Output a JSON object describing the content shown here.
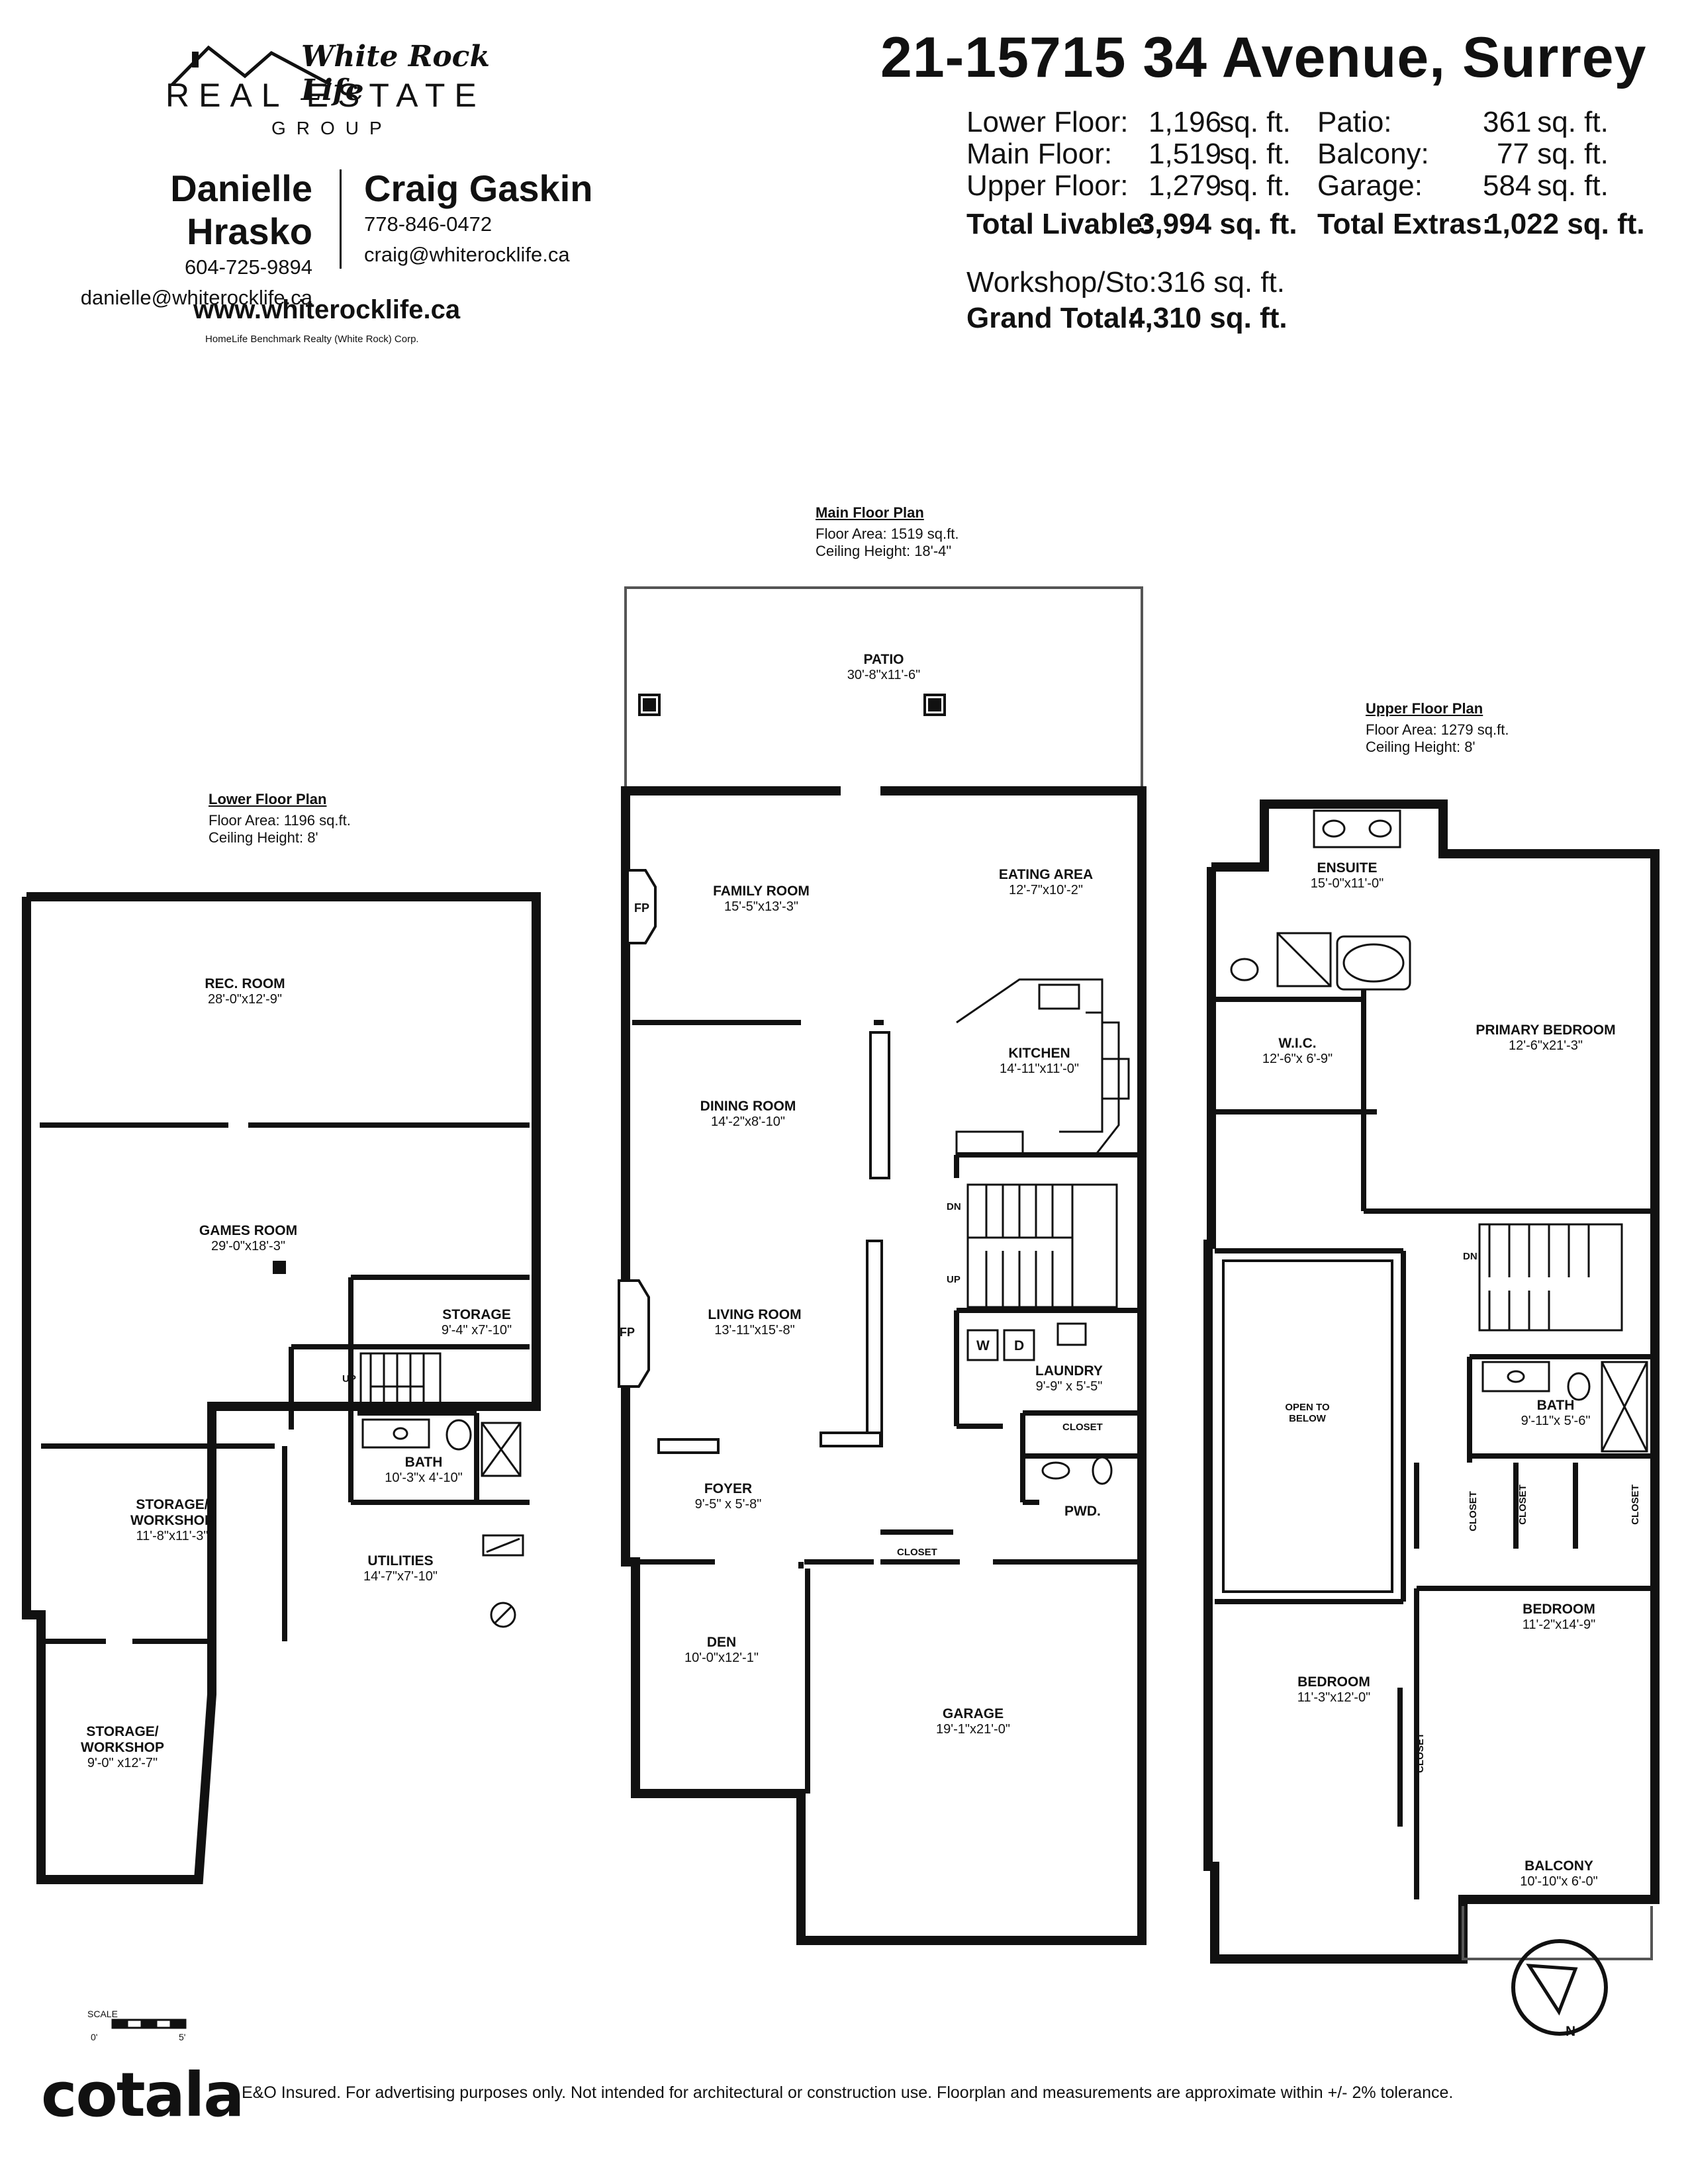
{
  "branding": {
    "logo_script": "White Rock Life",
    "logo_main": "REAL ESTATE",
    "logo_sub": "GROUP",
    "agents": [
      {
        "name": "Danielle Hrasko",
        "phone": "604-725-9894",
        "email": "danielle@whiterocklife.ca"
      },
      {
        "name": "Craig Gaskin",
        "phone": "778-846-0472",
        "email": "craig@whiterocklife.ca"
      }
    ],
    "website": "www.whiterocklife.ca",
    "brokerage": "HomeLife Benchmark Realty (White Rock) Corp."
  },
  "property": {
    "address": "21-15715 34 Avenue, Surrey",
    "areas_left": [
      {
        "label": "Lower Floor:",
        "value": "1,196",
        "unit": "sq. ft."
      },
      {
        "label": "Main Floor:",
        "value": "1,519",
        "unit": "sq. ft."
      },
      {
        "label": "Upper Floor:",
        "value": "1,279",
        "unit": "sq. ft."
      }
    ],
    "areas_right": [
      {
        "label": "Patio:",
        "value": "361",
        "unit": "sq. ft."
      },
      {
        "label": "Balcony:",
        "value": "77",
        "unit": "sq. ft."
      },
      {
        "label": "Garage:",
        "value": "584",
        "unit": "sq. ft."
      }
    ],
    "total_livable_label": "Total Livable:",
    "total_livable_value": "3,994",
    "total_livable_unit": "sq. ft.",
    "total_extras_label": "Total Extras:",
    "total_extras_value": "1,022 sq. ft.",
    "workshop_label": "Workshop/Sto:",
    "workshop_value": "316 sq. ft.",
    "grand_total_label": "Grand Total:",
    "grand_total_value": "4,310 sq. ft."
  },
  "plans": {
    "lower": {
      "title": "Lower Floor Plan",
      "area": "Floor Area: 1196 sq.ft.",
      "ceiling": "Ceiling Height: 8'"
    },
    "main": {
      "title": "Main Floor Plan",
      "area": "Floor Area: 1519 sq.ft.",
      "ceiling": "Ceiling Height: 18'-4\""
    },
    "upper": {
      "title": "Upper Floor Plan",
      "area": "Floor Area: 1279 sq.ft.",
      "ceiling": "Ceiling Height: 8'"
    }
  },
  "rooms": {
    "rec_room": {
      "name": "REC. ROOM",
      "dim": "28'-0\"x12'-9\""
    },
    "games_room": {
      "name": "GAMES ROOM",
      "dim": "29'-0\"x18'-3\""
    },
    "storage": {
      "name": "STORAGE",
      "dim": "9'-4\" x7'-10\""
    },
    "bath_lower": {
      "name": "BATH",
      "dim": "10'-3\"x 4'-10\""
    },
    "storage_workshop_1": {
      "name_1": "STORAGE/",
      "name_2": "WORKSHOP",
      "dim": "11'-8\"x11'-3\""
    },
    "utilities": {
      "name": "UTILITIES",
      "dim": "14'-7\"x7'-10\""
    },
    "storage_workshop_2": {
      "name_1": "STORAGE/",
      "name_2": "WORKSHOP",
      "dim": "9'-0\" x12'-7\""
    },
    "patio": {
      "name": "PATIO",
      "dim": "30'-8\"x11'-6\""
    },
    "family_room": {
      "name": "FAMILY ROOM",
      "dim": "15'-5\"x13'-3\""
    },
    "eating_area": {
      "name": "EATING AREA",
      "dim": "12'-7\"x10'-2\""
    },
    "kitchen": {
      "name": "KITCHEN",
      "dim": "14'-11\"x11'-0\""
    },
    "dining_room": {
      "name": "DINING ROOM",
      "dim": "14'-2\"x8'-10\""
    },
    "living_room": {
      "name": "LIVING ROOM",
      "dim": "13'-11\"x15'-8\""
    },
    "laundry": {
      "name": "LAUNDRY",
      "dim": "9'-9\" x 5'-5\""
    },
    "closet_main_1": {
      "name": "CLOSET"
    },
    "pwd": {
      "name": "PWD."
    },
    "foyer": {
      "name": "FOYER",
      "dim": "9'-5\" x 5'-8\""
    },
    "closet_main_2": {
      "name": "CLOSET"
    },
    "den": {
      "name": "DEN",
      "dim": "10'-0\"x12'-1\""
    },
    "garage": {
      "name": "GARAGE",
      "dim": "19'-1\"x21'-0\""
    },
    "ensuite": {
      "name": "ENSUITE",
      "dim": "15'-0\"x11'-0\""
    },
    "wic": {
      "name": "W.I.C.",
      "dim": "12'-6\"x 6'-9\""
    },
    "primary_bedroom": {
      "name": "PRIMARY BEDROOM",
      "dim": "12'-6\"x21'-3\""
    },
    "open_to_below": {
      "name_1": "OPEN TO",
      "name_2": "BELOW"
    },
    "bath_upper": {
      "name": "BATH",
      "dim": "9'-11\"x 5'-6\""
    },
    "closet_upper_1": {
      "name": "CLOSET"
    },
    "closet_upper_2": {
      "name": "CLOSET"
    },
    "closet_upper_3": {
      "name": "CLOSET"
    },
    "bedroom_1": {
      "name": "BEDROOM",
      "dim": "11'-3\"x12'-0\""
    },
    "closet_upper_4": {
      "name": "CLOSET"
    },
    "bedroom_2": {
      "name": "BEDROOM",
      "dim": "11'-2\"x14'-9\""
    },
    "balcony": {
      "name": "BALCONY",
      "dim": "10'-10\"x 6'-0\""
    }
  },
  "symbols": {
    "fp": "FP",
    "up": "UP",
    "dn": "DN",
    "washer": "W",
    "dryer": "D",
    "north": "N"
  },
  "scale": {
    "label": "SCALE",
    "start": "0'",
    "end": "5'"
  },
  "footer": {
    "brand": "cotala",
    "disclaimer": "E&O Insured. For advertising purposes only. Not intended for architectural or construction use. Floorplan and measurements are approximate within +/- 2% tolerance."
  }
}
